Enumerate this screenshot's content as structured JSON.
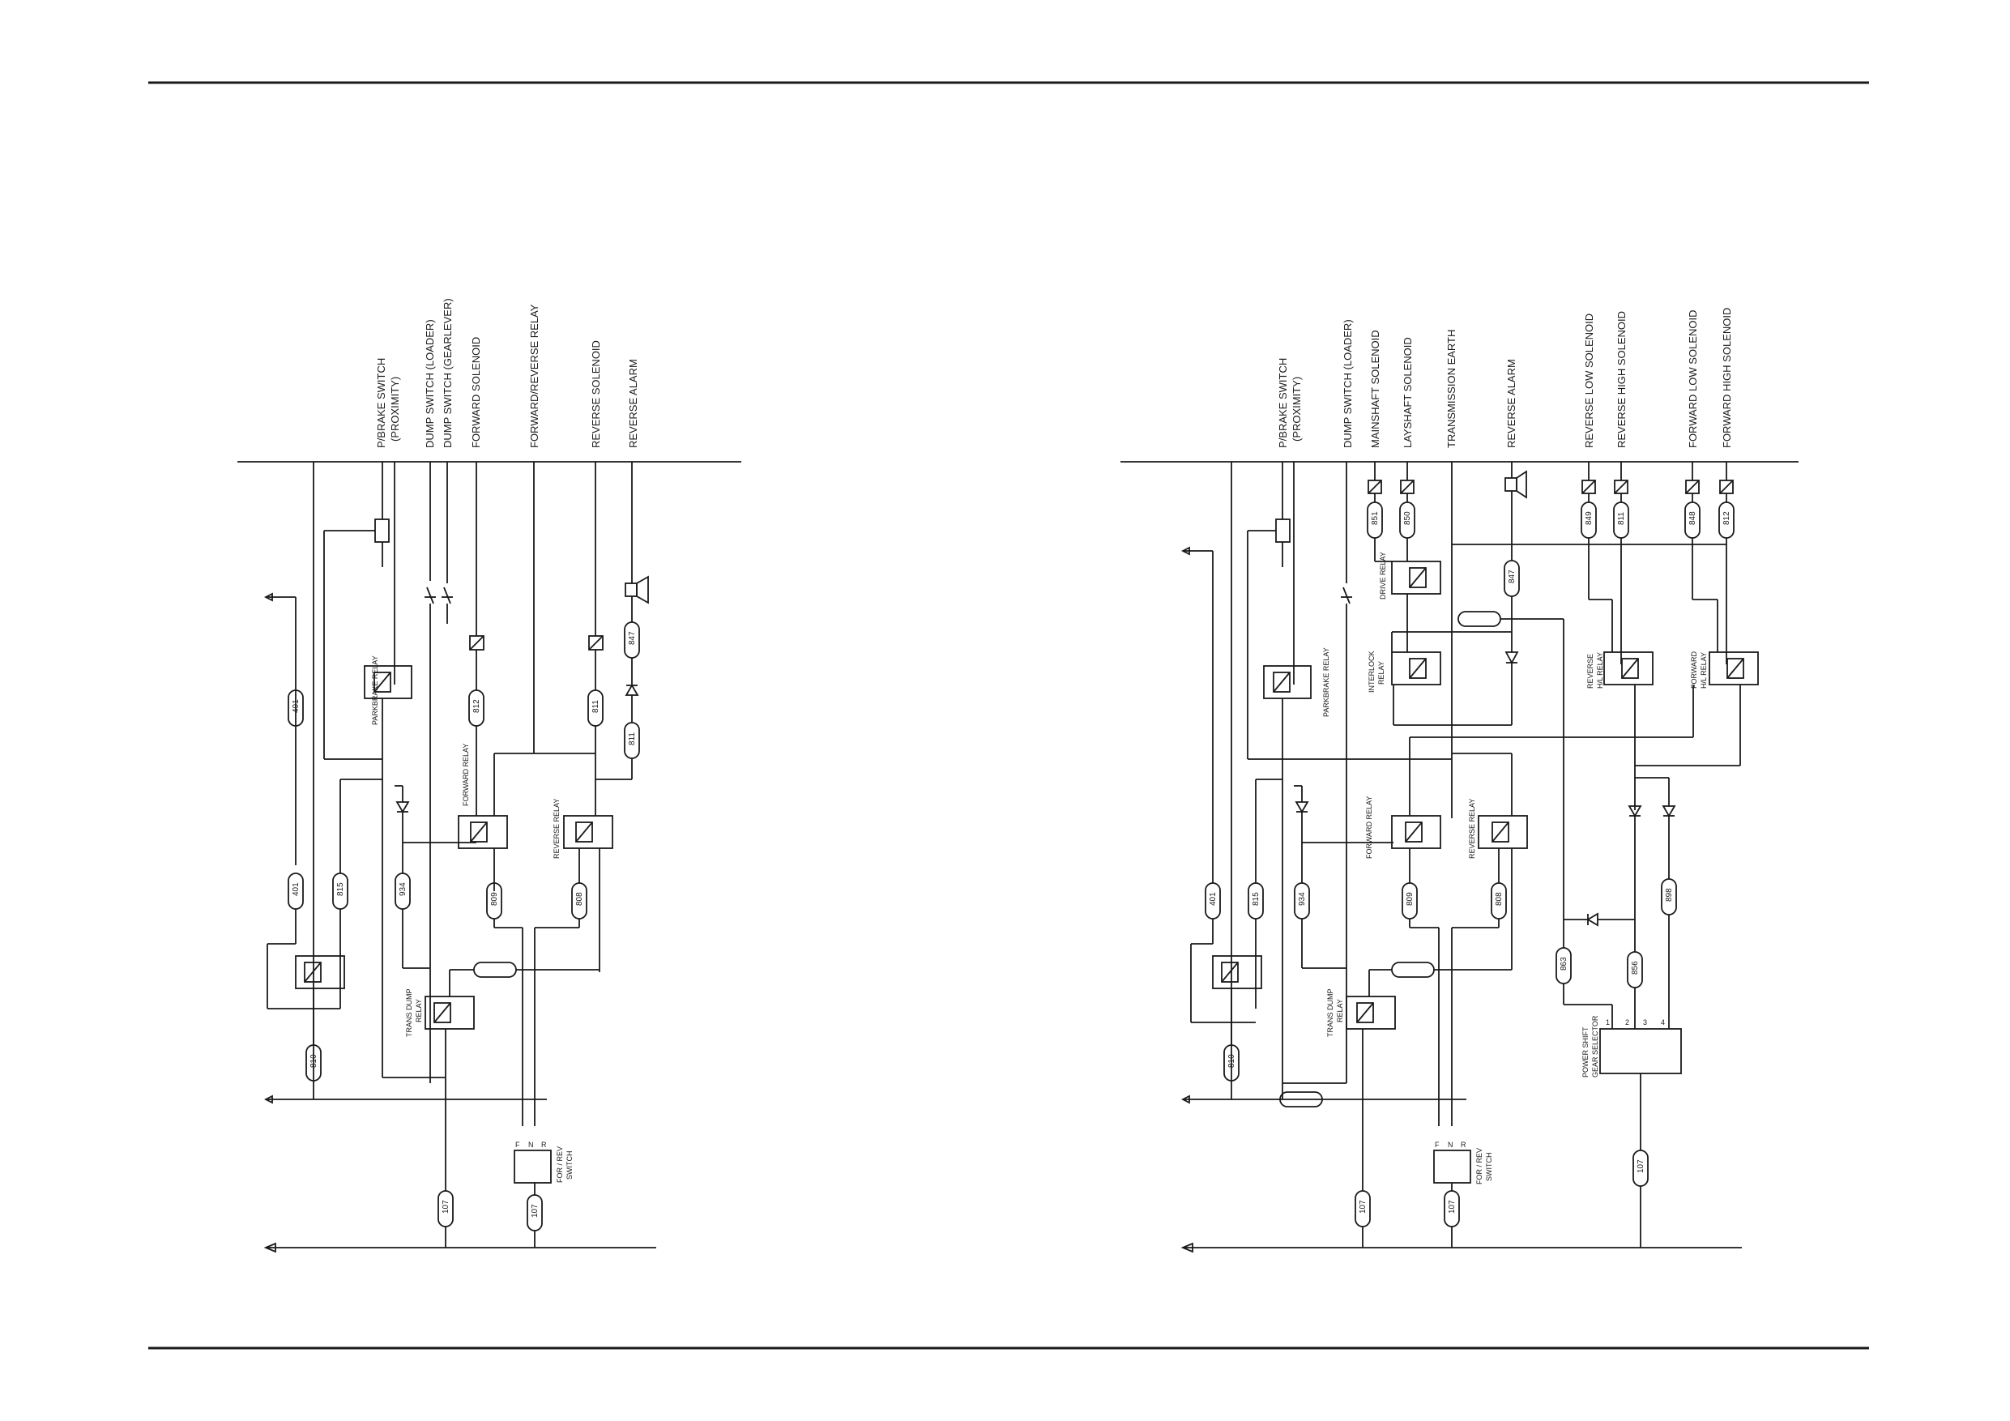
{
  "diagram_left": {
    "top_labels": [
      "P/BRAKE SWITCH",
      "(PROXIMITY)",
      "DUMP SWITCH (LOADER)",
      "DUMP SWITCH (GEARLEVER)",
      "FORWARD SOLENOID",
      "FORWARD/REVERSE RELAY",
      "REVERSE SOLENOID",
      "REVERSE ALARM"
    ],
    "component_labels": [
      "PARKBRAKE RELAY",
      "FORWARD RELAY",
      "REVERSE RELAY",
      "TRANS DUMP",
      "RELAY",
      "FOR / REV",
      "SWITCH"
    ],
    "switch_pins": [
      "F",
      "N",
      "R"
    ],
    "wire_numbers": [
      "401",
      "401",
      "815",
      "934",
      "812",
      "809",
      "811",
      "808",
      "847",
      "811",
      "810",
      "107",
      "107"
    ]
  },
  "diagram_right": {
    "top_labels": [
      "P/BRAKE SWITCH",
      "(PROXIMITY)",
      "DUMP SWITCH (LOADER)",
      "MAINSHAFT SOLENOID",
      "LAYSHAFT SOLENOID",
      "TRANSMISSION EARTH",
      "REVERSE ALARM",
      "REVERSE LOW SOLENOID",
      "REVERSE HIGH SOLENOID",
      "FORWARD LOW SOLENOID",
      "FORWARD HIGH SOLENOID"
    ],
    "component_labels": [
      "PARKBRAKE RELAY",
      "DRIVE RELAY",
      "INTERLOCK",
      "RELAY",
      "REVERSE",
      "H/L RELAY",
      "FORWARD",
      "H/L RELAY",
      "FORWARD RELAY",
      "REVERSE RELAY",
      "TRANS DUMP",
      "RELAY",
      "POWER SHIFT",
      "GEAR SELECTOR",
      "FOR / REV",
      "SWITCH"
    ],
    "switch_pins": [
      "F",
      "N",
      "R"
    ],
    "selector_pins": [
      "1",
      "2",
      "3",
      "4"
    ],
    "wire_numbers": [
      "851",
      "850",
      "849",
      "811",
      "848",
      "812",
      "847",
      "401",
      "815",
      "934",
      "809",
      "808",
      "863",
      "856",
      "898",
      "810",
      "107",
      "107",
      "107"
    ]
  }
}
